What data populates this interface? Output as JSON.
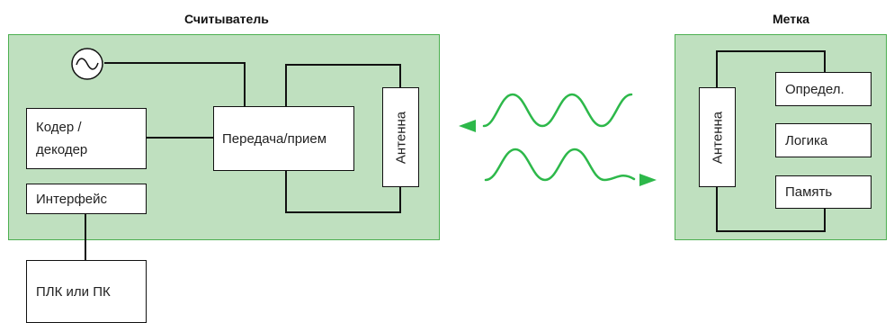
{
  "reader": {
    "title": "Считыватель",
    "coder_line1": "Кодер /",
    "coder_line2": "декодер",
    "interface": "Интерфейс",
    "transceiver": "Передача/прием",
    "antenna": "Антенна",
    "oscillator_icon": "sine-wave-oscillator-icon"
  },
  "tag": {
    "title": "Метка",
    "antenna": "Антенна",
    "detect": "Определ.",
    "logic": "Логика",
    "memory": "Память"
  },
  "plc": "ПЛК или ПК",
  "colors": {
    "panel_fill": "#bfe0bf",
    "panel_border": "#4caf50",
    "wave": "#2db84a"
  }
}
